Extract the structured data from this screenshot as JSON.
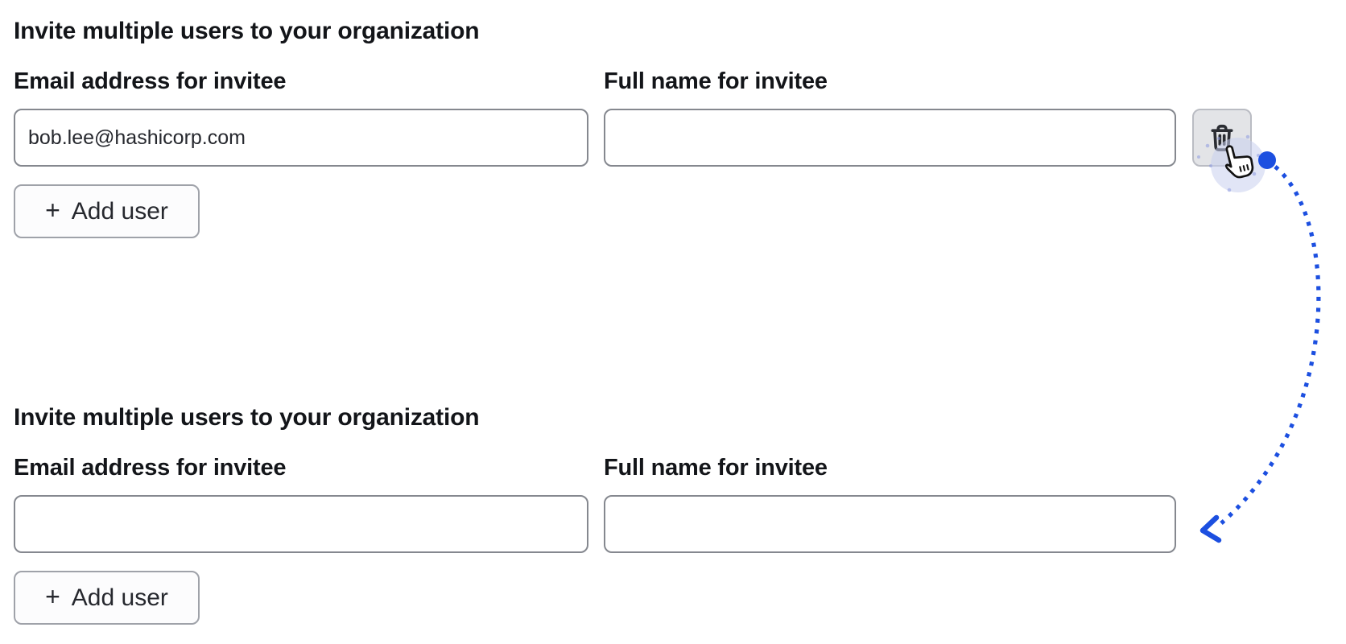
{
  "colors": {
    "accent_blue": "#1c4fe0",
    "text": "#131519",
    "input_border": "#85888f",
    "button_border": "#9fa2a9",
    "trash_button_bg": "#e3e4e7",
    "trash_button_border": "#babcc3",
    "cursor_halo": "#c9cfee"
  },
  "forms": [
    {
      "heading": "Invite multiple users to your organization",
      "email_label": "Email address for invitee",
      "name_label": "Full name for invitee",
      "email_value": "bob.lee@hashicorp.com",
      "name_value": "",
      "add_user_plus": "+",
      "add_user_label": "Add user"
    },
    {
      "heading": "Invite multiple users to your organization",
      "email_label": "Email address for invitee",
      "name_label": "Full name for invitee",
      "email_value": "",
      "name_value": "",
      "add_user_plus": "+",
      "add_user_label": "Add user"
    }
  ]
}
